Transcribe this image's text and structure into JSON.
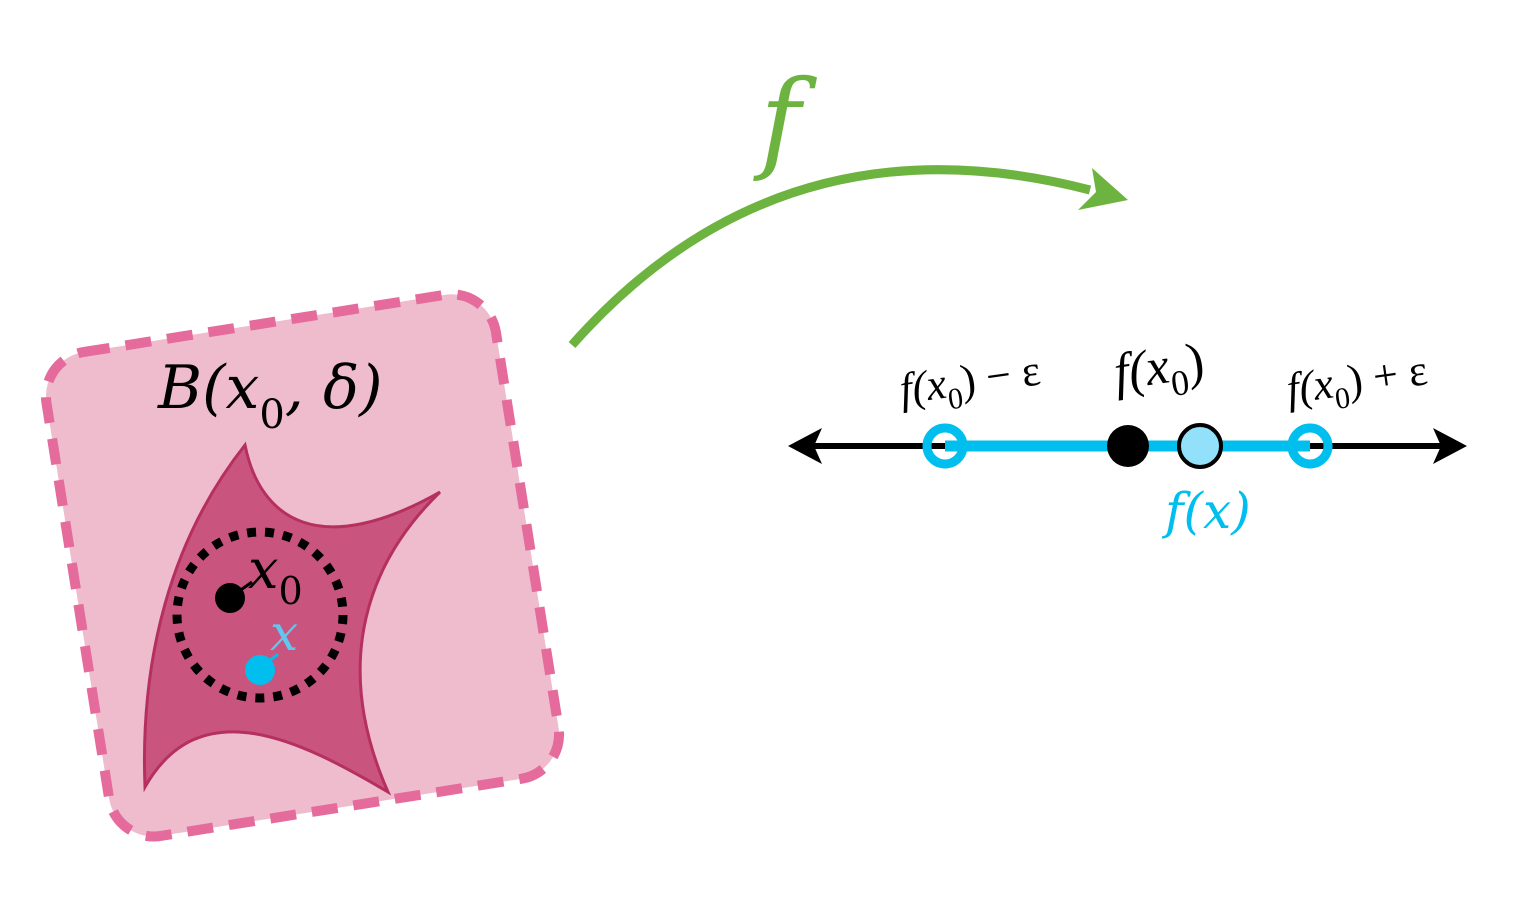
{
  "colors": {
    "ball_fill": "#eebccd",
    "ball_border": "#e46b9c",
    "region_fill": "#c9547d",
    "region_stroke": "#b5305f",
    "arrow": "#6db33f",
    "cyan": "#00bfee",
    "light_cyan": "#93e0fa",
    "black": "#000000"
  },
  "labels": {
    "ball": {
      "main": "B(x",
      "sub": "0",
      "rest": ", δ)"
    },
    "x0": {
      "main": "x",
      "sub": "0"
    },
    "x": "x",
    "f": "f",
    "minus_eps": {
      "main": "f(x",
      "sub": "0",
      "rest": ") − ε"
    },
    "f_x0": {
      "main": "f(x",
      "sub": "0",
      "rest": ")"
    },
    "plus_eps": {
      "main": "f(x",
      "sub": "0",
      "rest": ") + ε"
    },
    "f_x": "f(x)"
  }
}
